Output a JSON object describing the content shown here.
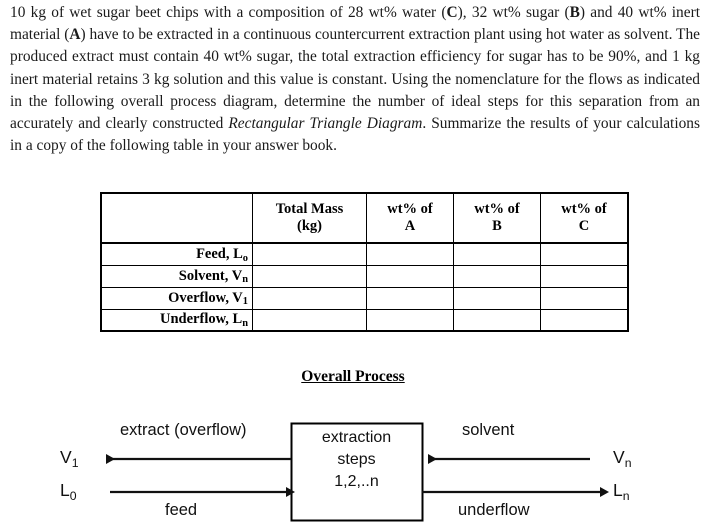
{
  "problem": {
    "segments": [
      {
        "t": "10 kg of wet sugar beet chips with a composition of 28 wt% water (",
        "s": "n"
      },
      {
        "t": "C",
        "s": "b"
      },
      {
        "t": "), 32 wt% sugar (",
        "s": "n"
      },
      {
        "t": "B",
        "s": "b"
      },
      {
        "t": ") and 40 wt% inert material (",
        "s": "n"
      },
      {
        "t": "A",
        "s": "b"
      },
      {
        "t": ") have to be extracted in a continuous countercurrent extraction plant using hot water as solvent. The produced extract must contain 40 wt% sugar, the total extraction efficiency for sugar has to be 90%, and 1 kg inert material retains 3 kg solution and this value is constant. Using the nomenclature for the flows as indicated in the following overall process diagram, determine the number of ideal steps for this separation from an accurately and clearly constructed ",
        "s": "n"
      },
      {
        "t": "Rectangular Triangle Diagram",
        "s": "i"
      },
      {
        "t": ".  Summarize the results of your calculations in a copy of the following table in your answer book.",
        "s": "n"
      }
    ]
  },
  "table": {
    "headers": [
      {
        "line1": "",
        "line2": ""
      },
      {
        "line1": "Total Mass",
        "line2": "(kg)"
      },
      {
        "line1": "wt% of",
        "line2": "A"
      },
      {
        "line1": "wt% of",
        "line2": "B"
      },
      {
        "line1": "wt% of",
        "line2": "C"
      }
    ],
    "rows": [
      {
        "label": "Feed, L",
        "sub": "o",
        "cells": [
          "",
          "",
          "",
          ""
        ]
      },
      {
        "label": "Solvent, V",
        "sub": "n",
        "cells": [
          "",
          "",
          "",
          ""
        ]
      },
      {
        "label": "Overflow, V",
        "sub": "1",
        "cells": [
          "",
          "",
          "",
          ""
        ]
      },
      {
        "label": "Underflow, L",
        "sub": "n",
        "cells": [
          "",
          "",
          "",
          ""
        ]
      }
    ]
  },
  "diagram": {
    "title": "Overall Process",
    "box": {
      "line1": "extraction",
      "line2": "steps",
      "line3": "1,2,..n"
    },
    "labels": {
      "extract_overflow": "extract (overflow)",
      "solvent": "solvent",
      "feed": "feed",
      "underflow": "underflow"
    },
    "vars": {
      "v1_base": "V",
      "v1_sub": "1",
      "l0_base": "L",
      "l0_sub": "0",
      "vn_base": "V",
      "vn_sub": "n",
      "ln_base": "L",
      "ln_sub": "n"
    },
    "colors": {
      "stroke": "#111111",
      "box_border": "#000000"
    }
  }
}
